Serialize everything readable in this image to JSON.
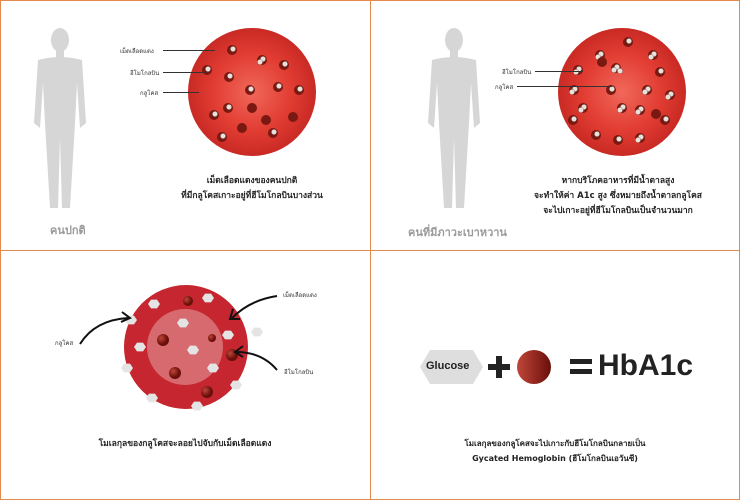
{
  "panel_normal": {
    "person_label": "คนปกติ",
    "labels": {
      "rbc": "เม็ดเลือดแดง",
      "hemoglobin": "ฮีโมโกลบิน",
      "glucose": "กลูโคส"
    },
    "caption": [
      "เม็ดเลือดแดงของคนปกติ",
      "ที่มีกลูโคสเกาะอยู่ที่ฮีโมโกลบินบางส่วน"
    ]
  },
  "panel_diabetic": {
    "person_label": "คนที่มีภาวะเบาหวาน",
    "labels": {
      "hemoglobin": "ฮีโมโกลบิน",
      "glucose": "กลูโคส"
    },
    "caption": [
      "หากบริโภคอาหารที่มีน้ำตาลสูง",
      "จะทำให้ค่า A1c สูง ซึ่งหมายถึงน้ำตาลกลูโคส",
      "จะไปเกาะอยู่ที่ฮีโมโกลบินเป็นจำนวนมาก"
    ]
  },
  "panel_molecule": {
    "labels": {
      "glucose": "กลูโคส",
      "rbc": "เม็ดเลือดแดง",
      "hemoglobin": "ฮีโมโกลบิน"
    },
    "caption": "โมเลกุลของกลูโคสจะลอยไปจับกับเม็ดเลือดแดง"
  },
  "panel_equation": {
    "glucose": "Glucose",
    "plus": "+",
    "equals": "=",
    "result": "HbA1c",
    "caption": [
      "โมเลกุลของกลูโคสจะไปเกาะกับฮีโมโกลบินกลายเป็น",
      "Gycated Hemoglobin (ฮีโมโกลบินเอวันซี)"
    ]
  },
  "colors": {
    "border": "#e58a4e",
    "rbc": "#d8342c",
    "hemoglobin": "#8e1a14",
    "glucose": "#dcdcdc",
    "silhouette": "#d6d6d6"
  }
}
